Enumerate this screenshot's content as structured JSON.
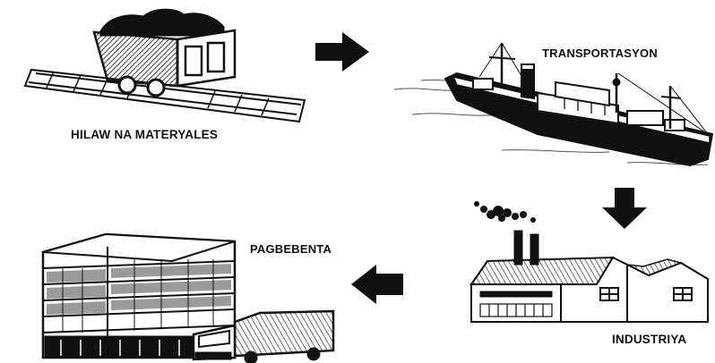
{
  "stages": {
    "raw_materials": "HILAW NA MATERYALES",
    "transport": "TRANSPORTASYON",
    "industry": "INDUSTRIYA",
    "selling": "PAGBEBENTA"
  },
  "colors": {
    "ink": "#111111",
    "paper": "#ffffff",
    "shade": "#9a9a9a"
  },
  "icons": [
    "mine-cart-icon",
    "cargo-ship-icon",
    "factory-icon",
    "building-and-truck-icon",
    "arrow-right-icon",
    "arrow-down-icon",
    "arrow-left-icon"
  ]
}
